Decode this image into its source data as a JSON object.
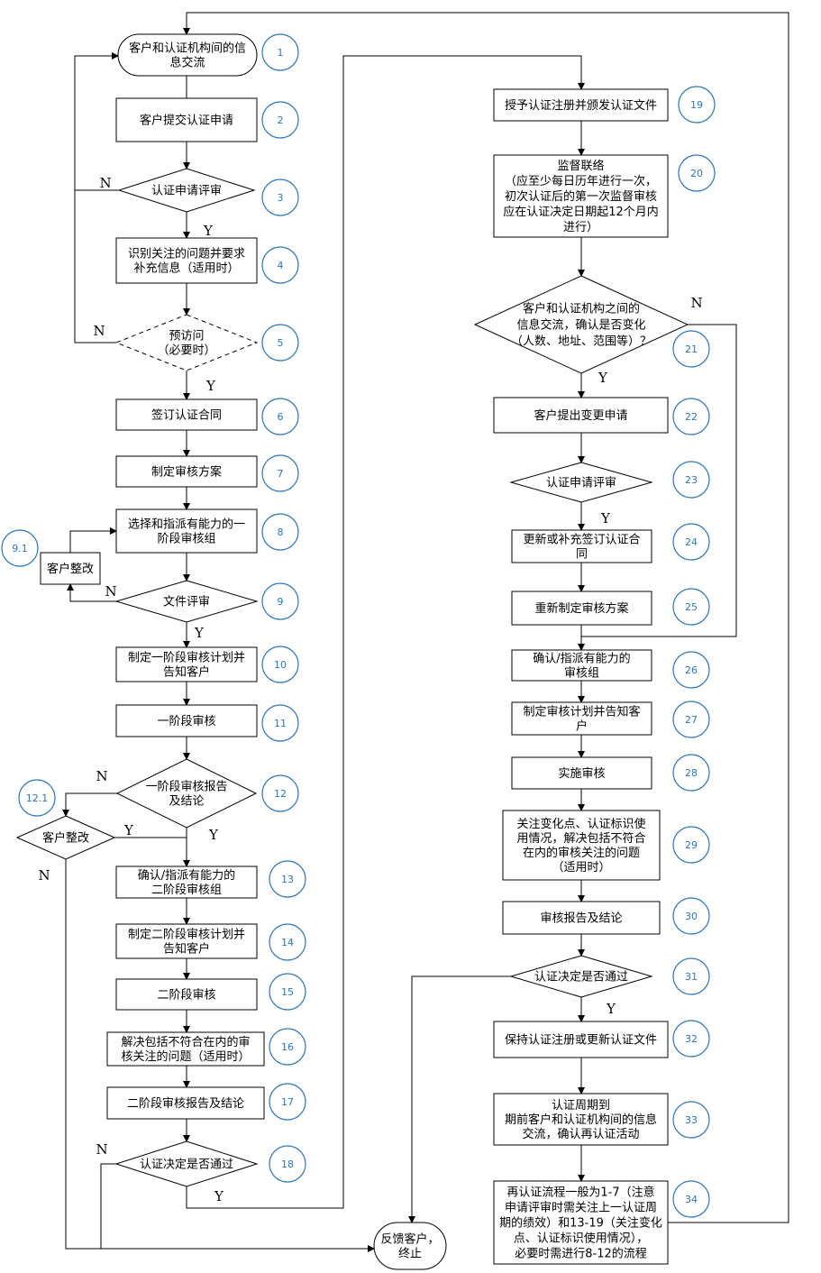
{
  "steps": {
    "s1": {
      "text": [
        "客户和认证机构间的信",
        "息交流"
      ],
      "num": "1"
    },
    "s2": {
      "text": [
        "客户提交认证申请"
      ],
      "num": "2"
    },
    "s3": {
      "text": [
        "认证申请评审"
      ],
      "num": "3"
    },
    "s4": {
      "text": [
        "识别关注的问题并要求",
        "补充信息（适用时）"
      ],
      "num": "4"
    },
    "s5": {
      "text": [
        "预访问",
        "（必要时）"
      ],
      "num": "5"
    },
    "s6": {
      "text": [
        "签订认证合同"
      ],
      "num": "6"
    },
    "s7": {
      "text": [
        "制定审核方案"
      ],
      "num": "7"
    },
    "s8": {
      "text": [
        "选择和指派有能力的一",
        "阶段审核组"
      ],
      "num": "8"
    },
    "s91": {
      "text": [
        "客户整改"
      ],
      "num": "9.1"
    },
    "s9": {
      "text": [
        "文件评审"
      ],
      "num": "9"
    },
    "s10": {
      "text": [
        "制定一阶段审核计划并",
        "告知客户"
      ],
      "num": "10"
    },
    "s11": {
      "text": [
        "一阶段审核"
      ],
      "num": "11"
    },
    "s12": {
      "text": [
        "一阶段审核报告",
        "及结论"
      ],
      "num": "12"
    },
    "s121": {
      "text": [
        "客户整改"
      ],
      "num": "12.1"
    },
    "s13": {
      "text": [
        "确认/指派有能力的",
        "二阶段审核组"
      ],
      "num": "13"
    },
    "s14": {
      "text": [
        "制定二阶段审核计划并",
        "告知客户"
      ],
      "num": "14"
    },
    "s15": {
      "text": [
        "二阶段审核"
      ],
      "num": "15"
    },
    "s16": {
      "text": [
        "解决包括不符合在内的审",
        "核关注的问题（适用时）"
      ],
      "num": "16"
    },
    "s17": {
      "text": [
        "二阶段审核报告及结论"
      ],
      "num": "17"
    },
    "s18": {
      "text": [
        "认证决定是否通过"
      ],
      "num": "18"
    },
    "s19": {
      "text": [
        "授予认证注册并颁发认证文件"
      ],
      "num": "19"
    },
    "s20": {
      "text": [
        "监督联络",
        "（应至少每日历年进行一次，",
        "初次认证后的第一次监督审核",
        "应在认证决定日期起12个月内",
        "进行）"
      ],
      "num": "20"
    },
    "s21": {
      "text": [
        "客户和认证机构之间的",
        "信息交流，确认是否变化",
        "（人数、地址、范围等）？"
      ],
      "num": "21"
    },
    "s22": {
      "text": [
        "客户提出变更申请"
      ],
      "num": "22"
    },
    "s23": {
      "text": [
        "认证申请评审"
      ],
      "num": "23"
    },
    "s24": {
      "text": [
        "更新或补充签订认证合",
        "同"
      ],
      "num": "24"
    },
    "s25": {
      "text": [
        "重新制定审核方案"
      ],
      "num": "25"
    },
    "s26": {
      "text": [
        "确认/指派有能力的",
        "审核组"
      ],
      "num": "26"
    },
    "s27": {
      "text": [
        "制定审核计划并告知客",
        "户"
      ],
      "num": "27"
    },
    "s28": {
      "text": [
        "实施审核"
      ],
      "num": "28"
    },
    "s29": {
      "text": [
        "关注变化点、认证标识使",
        "用情况，解决包括不符合",
        "在内的审核关注的问题",
        "（适用时）"
      ],
      "num": "29"
    },
    "s30": {
      "text": [
        "审核报告及结论"
      ],
      "num": "30"
    },
    "s31": {
      "text": [
        "认证决定是否通过"
      ],
      "num": "31"
    },
    "s32": {
      "text": [
        "保持认证注册或更新认证文件"
      ],
      "num": "32"
    },
    "s33": {
      "text": [
        "认证周期到",
        "期前客户和认证机构间的信息",
        "交流，确认再认证活动"
      ],
      "num": "33"
    },
    "s34": {
      "text": [
        "再认证流程一般为1-7（注意",
        "申请评审时需关注上一认证周",
        "期的绩效）和13-19（关注变化",
        "点、认证标识使用情况），",
        "必要时需进行8-12的流程"
      ],
      "num": "34"
    },
    "end": {
      "text": [
        "反馈客户，",
        "终止"
      ]
    }
  },
  "labels": {
    "yes": "Y",
    "no": "N"
  }
}
